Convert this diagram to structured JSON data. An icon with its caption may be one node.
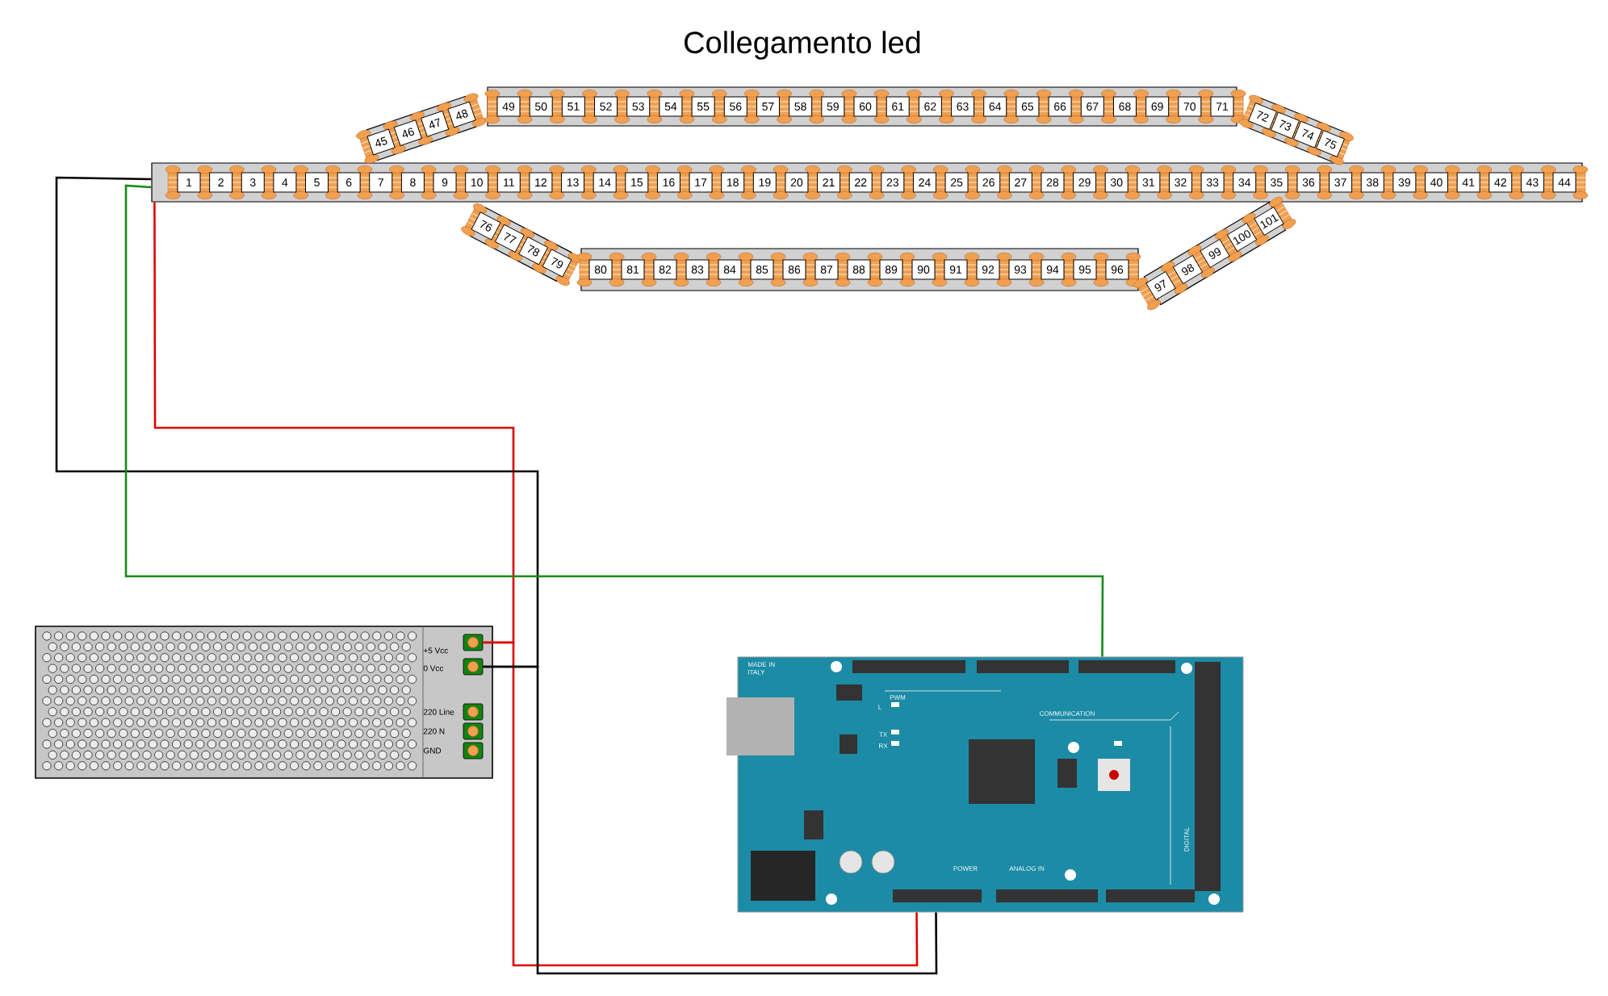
{
  "diagram": {
    "title": "Collegamento led",
    "nodes": [
      {
        "text": [],
        "shape": "bar"
      },
      {
        "text": [
          "1"
        ],
        "in": 0
      },
      {
        "text": [
          "2"
        ],
        "in": 0
      },
      {
        "text": [
          "3"
        ],
        "in": 0
      },
      {
        "text": [
          "4"
        ],
        "in": 0
      },
      {
        "text": [
          "5"
        ],
        "in": 0
      },
      {
        "text": [
          "6"
        ],
        "in": 0
      },
      {
        "text": [
          "7"
        ],
        "in": 0
      },
      {
        "text": [
          "8"
        ],
        "in": 0
      },
      {
        "text": [
          "9"
        ],
        "in": 0
      },
      {
        "text": [
          "10"
        ],
        "in": 0
      },
      {
        "text": [
          "11"
        ],
        "in": 0
      },
      {
        "text": [
          "12"
        ],
        "in": 0
      },
      {
        "text": [
          "13"
        ],
        "in": 0
      },
      {
        "text": [
          "14"
        ],
        "in": 0
      },
      {
        "text": [
          "15"
        ],
        "in": 0
      },
      {
        "text": [
          "16"
        ],
        "in": 0
      },
      {
        "text": [
          "17"
        ],
        "in": 0
      },
      {
        "text": [
          "18"
        ],
        "in": 0
      },
      {
        "text": [
          "19"
        ],
        "in": 0
      },
      {
        "text": [
          "20"
        ],
        "in": 0
      },
      {
        "text": [
          "21"
        ],
        "in": 0
      },
      {
        "text": [
          "22"
        ],
        "in": 0
      },
      {
        "text": [
          "23"
        ],
        "in": 0
      },
      {
        "text": [
          "24"
        ],
        "in": 0
      },
      {
        "text": [
          "25"
        ],
        "in": 0
      },
      {
        "text": [
          "26"
        ],
        "in": 0
      },
      {
        "text": [
          "27"
        ],
        "in": 0
      },
      {
        "text": [
          "28"
        ],
        "in": 0
      },
      {
        "text": [
          "29"
        ],
        "in": 0
      },
      {
        "text": [
          "30"
        ],
        "in": 0
      },
      {
        "text": [
          "31"
        ],
        "in": 0
      },
      {
        "text": [
          "32"
        ],
        "in": 0
      },
      {
        "text": [
          "33"
        ],
        "in": 0
      },
      {
        "text": [
          "34"
        ],
        "in": 0
      },
      {
        "text": [
          "35"
        ],
        "in": 0
      },
      {
        "text": [
          "36"
        ],
        "in": 0
      },
      {
        "text": [
          "37"
        ],
        "in": 0
      },
      {
        "text": [
          "38"
        ],
        "in": 0
      },
      {
        "text": [
          "39"
        ],
        "in": 0
      },
      {
        "text": [
          "40"
        ],
        "in": 0
      },
      {
        "text": [
          "41"
        ],
        "in": 0
      },
      {
        "text": [
          "42"
        ],
        "in": 0
      },
      {
        "text": [
          "43"
        ],
        "in": 0
      },
      {
        "text": [
          "44"
        ],
        "in": 0
      },
      {
        "text": [],
        "shape": "bar"
      },
      {
        "text": [
          "45"
        ],
        "in": 45
      },
      {
        "text": [
          "46"
        ],
        "in": 45
      },
      {
        "text": [
          "47"
        ],
        "in": 45
      },
      {
        "text": [
          "48"
        ],
        "in": 45
      },
      {
        "text": [],
        "shape": "bar"
      },
      {
        "text": [
          "49"
        ],
        "in": 50
      },
      {
        "text": [
          "50"
        ],
        "in": 50
      },
      {
        "text": [
          "51"
        ],
        "in": 50
      },
      {
        "text": [
          "52"
        ],
        "in": 50
      },
      {
        "text": [
          "53"
        ],
        "in": 50
      },
      {
        "text": [
          "54"
        ],
        "in": 50
      },
      {
        "text": [
          "55"
        ],
        "in": 50
      },
      {
        "text": [
          "56"
        ],
        "in": 50
      },
      {
        "text": [
          "57"
        ],
        "in": 50
      },
      {
        "text": [
          "58"
        ],
        "in": 50
      },
      {
        "text": [
          "59"
        ],
        "in": 50
      },
      {
        "text": [
          "60"
        ],
        "in": 50
      },
      {
        "text": [
          "61"
        ],
        "in": 50
      },
      {
        "text": [
          "62"
        ],
        "in": 50
      },
      {
        "text": [
          "63"
        ],
        "in": 50
      },
      {
        "text": [
          "64"
        ],
        "in": 50
      },
      {
        "text": [
          "65"
        ],
        "in": 50
      },
      {
        "text": [
          "66"
        ],
        "in": 50
      },
      {
        "text": [
          "67"
        ],
        "in": 50
      },
      {
        "text": [
          "68"
        ],
        "in": 50
      },
      {
        "text": [
          "69"
        ],
        "in": 50
      },
      {
        "text": [
          "70"
        ],
        "in": 50
      },
      {
        "text": [
          "71"
        ],
        "in": 50
      },
      {
        "text": [],
        "shape": "bar"
      },
      {
        "text": [
          "72"
        ],
        "in": 74
      },
      {
        "text": [
          "73"
        ],
        "in": 74
      },
      {
        "text": [
          "74"
        ],
        "in": 74
      },
      {
        "text": [
          "75"
        ],
        "in": 74
      },
      {
        "text": [],
        "shape": "bar"
      },
      {
        "text": [
          "76"
        ],
        "in": 79
      },
      {
        "text": [
          "77"
        ],
        "in": 79
      },
      {
        "text": [
          "78"
        ],
        "in": 79
      },
      {
        "text": [
          "79"
        ],
        "in": 79
      },
      {
        "text": [],
        "shape": "bar"
      },
      {
        "text": [
          "80"
        ],
        "in": 84
      },
      {
        "text": [
          "81"
        ],
        "in": 84
      },
      {
        "text": [
          "82"
        ],
        "in": 84
      },
      {
        "text": [
          "83"
        ],
        "in": 84
      },
      {
        "text": [
          "84"
        ],
        "in": 84
      },
      {
        "text": [
          "85"
        ],
        "in": 84
      },
      {
        "text": [
          "86"
        ],
        "in": 84
      },
      {
        "text": [
          "87"
        ],
        "in": 84
      },
      {
        "text": [
          "88"
        ],
        "in": 84
      },
      {
        "text": [
          "89"
        ],
        "in": 84
      },
      {
        "text": [
          "90"
        ],
        "in": 84
      },
      {
        "text": [
          "91"
        ],
        "in": 84
      },
      {
        "text": [
          "92"
        ],
        "in": 84
      },
      {
        "text": [
          "93"
        ],
        "in": 84
      },
      {
        "text": [
          "94"
        ],
        "in": 84
      },
      {
        "text": [
          "95"
        ],
        "in": 84
      },
      {
        "text": [
          "96"
        ],
        "in": 84
      },
      {
        "text": [],
        "shape": "bar"
      },
      {
        "text": [
          "97"
        ],
        "in": 102
      },
      {
        "text": [
          "98"
        ],
        "in": 102
      },
      {
        "text": [
          "99"
        ],
        "in": 102
      },
      {
        "text": [
          "100"
        ],
        "in": 102
      },
      {
        "text": [
          "101"
        ],
        "in": 102
      },
      {
        "text": [
          "+5 Vcc",
          "0 Vcc",
          "220 Line",
          "220 N",
          "GND"
        ]
      },
      {
        "text": [],
        "shape": "box",
        "in": 108
      },
      {
        "text": [],
        "shape": "box",
        "in": 108
      },
      {
        "text": [],
        "shape": "box",
        "in": 108
      },
      {
        "text": [],
        "shape": "box",
        "in": 108
      },
      {
        "text": [],
        "shape": "box",
        "in": 108
      },
      {
        "text": [
          "MADE IN ITALY",
          "PWM",
          "L",
          "TX",
          "RX",
          "COMMUNICATION",
          "POWER",
          "ANALOG IN",
          "DIGITAL"
        ]
      }
    ],
    "edges": [
      {
        "from": 0,
        "to": 109,
        "arrow": "none",
        "color": "#e00000"
      },
      {
        "from": 109,
        "to": 114,
        "arrow": "none",
        "color": "#e00000"
      },
      {
        "from": 0,
        "to": 110,
        "arrow": "none",
        "color": "#000000"
      },
      {
        "from": 110,
        "to": 114,
        "arrow": "none",
        "color": "#000000"
      },
      {
        "from": 0,
        "to": 114,
        "arrow": "none",
        "color": "#1a8a1a"
      }
    ]
  }
}
